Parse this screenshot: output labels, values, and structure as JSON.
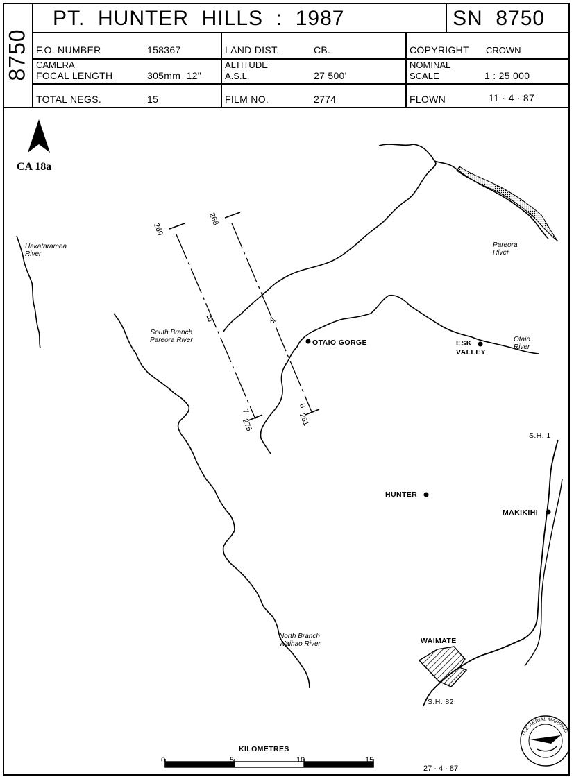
{
  "header": {
    "sheet_vertical": "8750",
    "title": "PT.  HUNTER  HILLS  :  1987",
    "sn": "SN  8750",
    "fo_label": "F.O. NUMBER",
    "fo_value": "158367",
    "land_label": "LAND DIST.",
    "land_value": "CB.",
    "copyright_label": "COPYRIGHT",
    "copyright_value": "CROWN",
    "camera_label": "CAMERA",
    "focal_label": "FOCAL LENGTH",
    "focal_value": "305mm  12\"",
    "altitude_label": "ALTITUDE",
    "asl_label": "A.S.L.",
    "altitude_value": "27 500'",
    "nominal_label": "NOMINAL",
    "scale_label": "SCALE",
    "scale_value": "1 : 25 000",
    "negs_label": "TOTAL NEGS.",
    "negs_value": "15",
    "film_label": "FILM NO.",
    "film_value": "2774",
    "flown_label": "FLOWN",
    "flown_value": "11 · 4 · 87"
  },
  "map": {
    "north_label": "N",
    "index_code": "CA 18a",
    "places": {
      "otaio_gorge": "OTAIO  GORGE",
      "esk": "ESK",
      "valley": "VALLEY",
      "hunter": "HUNTER",
      "makikihi": "MAKIKIHI",
      "waimate": "WAIMATE",
      "sh1": "S.H. 1",
      "sh82": "S.H. 82"
    },
    "rivers": {
      "hakataramea_1": "Hakataramea",
      "hakataramea_2": "River",
      "pareora_1": "Pareora",
      "pareora_2": "River",
      "otaio_1": "Otaio",
      "otaio_2": "River",
      "south_branch_1": "South Branch",
      "south_branch_2": "Pareora River",
      "north_branch_1": "North Branch",
      "north_branch_2": "Waihao River"
    },
    "flight_runs": {
      "run_a": {
        "label": "A",
        "start": "268",
        "end": "261",
        "end_mark": "8"
      },
      "run_b": {
        "label": "B",
        "start": "269",
        "end": "275",
        "end_mark": "7"
      }
    },
    "scale_bar": {
      "title": "KILOMETRES",
      "ticks": [
        "0",
        "5",
        "10",
        "15"
      ]
    },
    "date": "27 · 4 · 87",
    "seal_text": "N.Z. AERIAL MAPPING LTD."
  }
}
